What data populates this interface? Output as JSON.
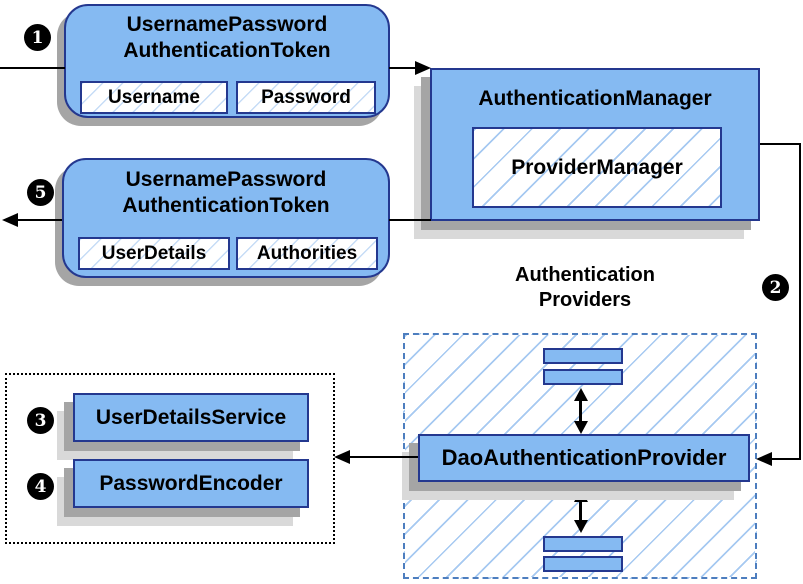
{
  "steps": {
    "one": "1",
    "two": "2",
    "three": "3",
    "four": "4",
    "five": "5"
  },
  "request_token": {
    "title_line1": "UsernamePassword",
    "title_line2": "AuthenticationToken",
    "field_username": "Username",
    "field_password": "Password"
  },
  "auth_manager": {
    "title": "AuthenticationManager",
    "provider_manager": "ProviderManager"
  },
  "response_token": {
    "title_line1": "UsernamePassword",
    "title_line2": "AuthenticationToken",
    "field_userdetails": "UserDetails",
    "field_authorities": "Authorities"
  },
  "auth_providers": {
    "heading_line1": "Authentication",
    "heading_line2": "Providers",
    "dao_provider": "DaoAuthenticationProvider"
  },
  "collaborators": {
    "user_details_service": "UserDetailsService",
    "password_encoder": "PasswordEncoder"
  },
  "colors": {
    "node_fill": "#85BAF2",
    "node_border": "#24388F",
    "hatch_line": "#A6C9F1",
    "provider_dashed_border": "#4D7EBF",
    "shadow_dark": "#A5A5A5",
    "shadow_light": "#D9D9D9"
  }
}
